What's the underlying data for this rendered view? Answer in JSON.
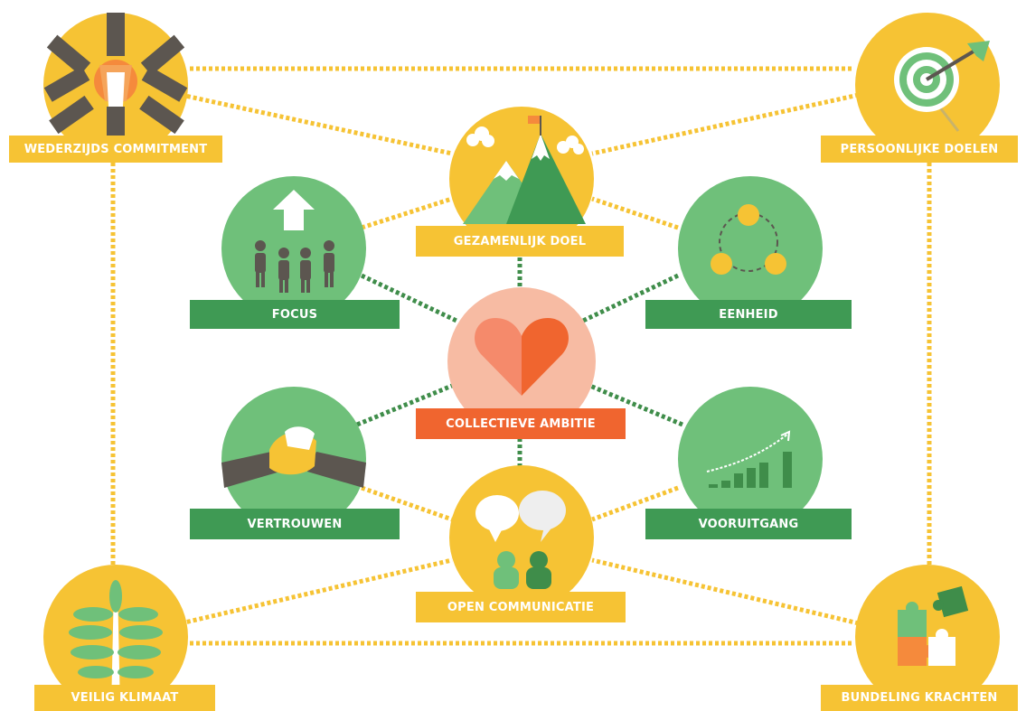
{
  "colors": {
    "yellow": "#f6c334",
    "green_circle": "#6fc07a",
    "green_label": "#3f9a54",
    "pink": "#f7bba3",
    "orange": "#f0652f",
    "dots_yellow": "#f6c334",
    "dots_green": "#3f8d4a",
    "dark": "#5c5650"
  },
  "nodes": {
    "wederzijds_commitment": {
      "label": "WEDERZIJDS COMMITMENT",
      "icon": "hands-together-icon"
    },
    "persoonlijke_doelen": {
      "label": "PERSOONLIJKE DOELEN",
      "icon": "target-arrow-icon"
    },
    "veilig_klimaat": {
      "label": "VEILIG KLIMAAT",
      "icon": "plant-icon"
    },
    "bundeling_krachten": {
      "label": "BUNDELING KRACHTEN",
      "icon": "puzzle-icon"
    },
    "gezamenlijk_doel": {
      "label": "GEZAMENLIJK DOEL",
      "icon": "mountain-flag-icon"
    },
    "focus": {
      "label": "FOCUS",
      "icon": "people-arrow-icon"
    },
    "eenheid": {
      "label": "EENHEID",
      "icon": "connected-circles-icon"
    },
    "collectieve_ambitie": {
      "label": "COLLECTIEVE AMBITIE",
      "icon": "heart-icon"
    },
    "vertrouwen": {
      "label": "VERTROUWEN",
      "icon": "handshake-icon"
    },
    "vooruitgang": {
      "label": "VOORUITGANG",
      "icon": "growth-chart-icon"
    },
    "open_communicatie": {
      "label": "OPEN COMMUNICATIE",
      "icon": "speech-bubbles-icon"
    }
  }
}
